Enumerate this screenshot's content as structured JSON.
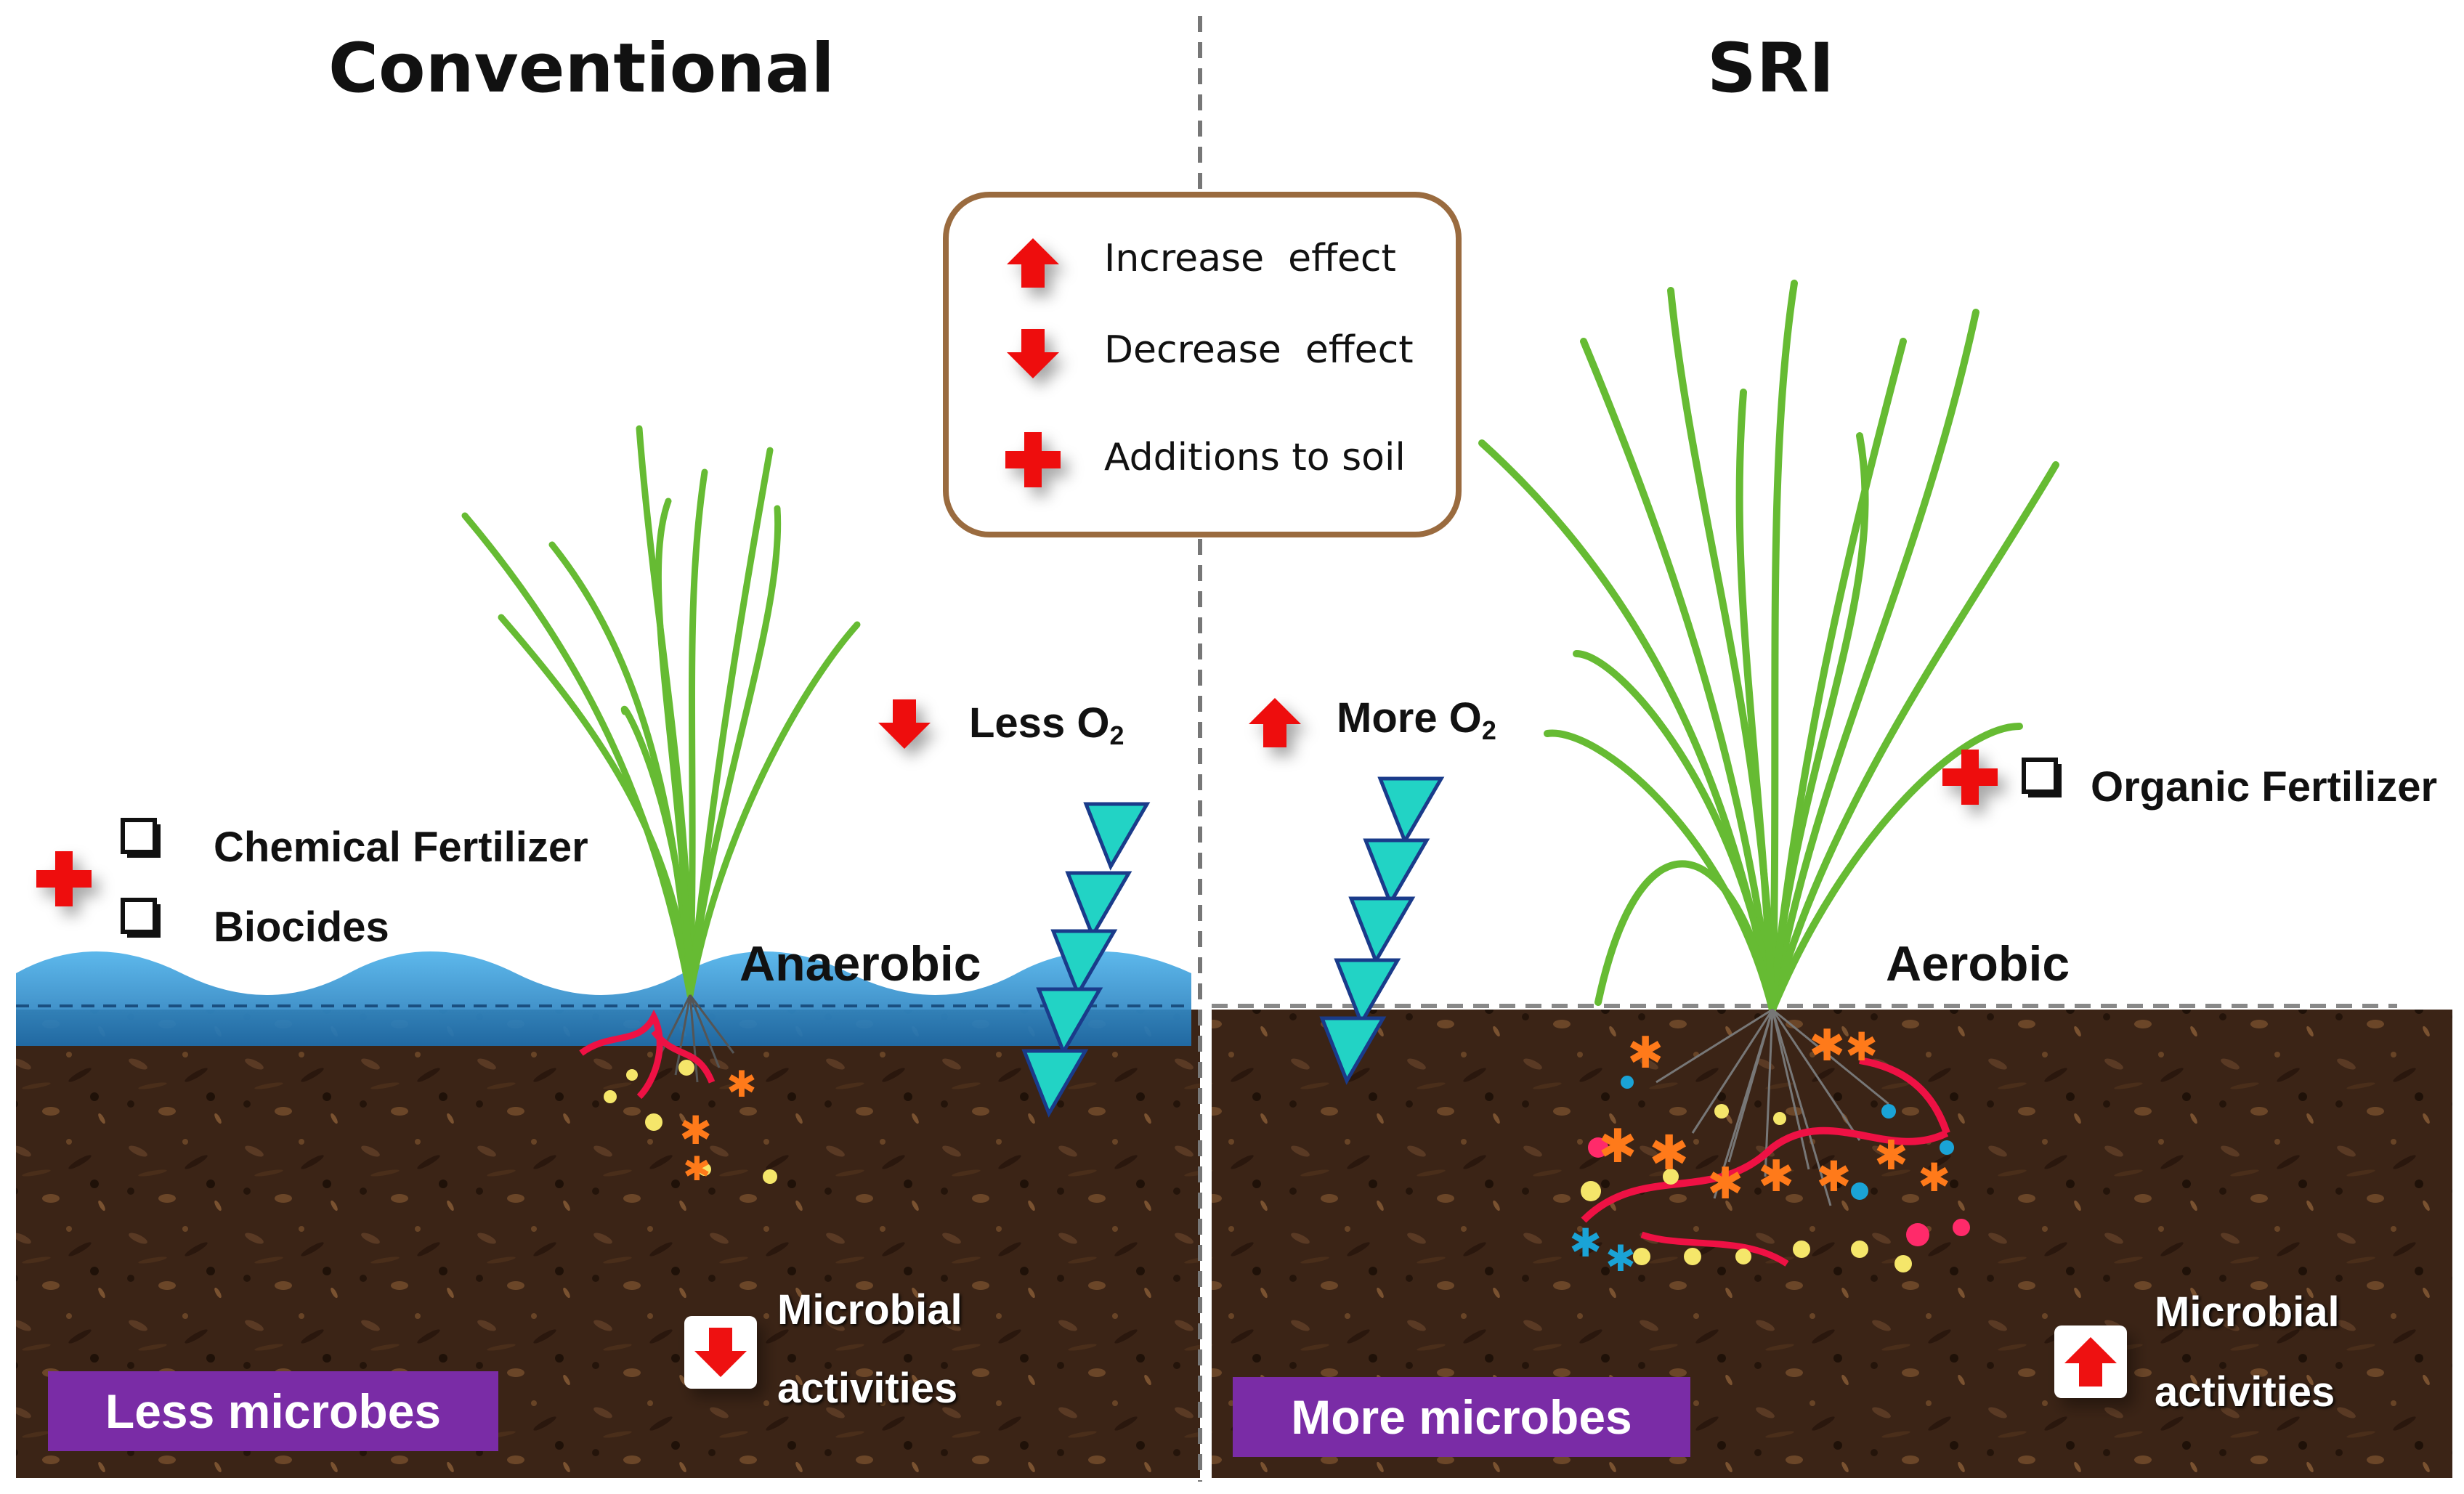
{
  "left_panel": {
    "title": "Conventional",
    "oxygen_label": "Less O",
    "oxygen_sub": "2",
    "additions": [
      "Chemical Fertilizer",
      "Biocides"
    ],
    "condition": "Anaerobic",
    "microbial_line1": "Microbial",
    "microbial_line2": "activities",
    "microbes_badge": "Less microbes"
  },
  "right_panel": {
    "title": "SRI",
    "oxygen_label": "More O",
    "oxygen_sub": "2",
    "additions": [
      "Organic Fertilizer"
    ],
    "condition": "Aerobic",
    "microbial_line1": "Microbial",
    "microbial_line2": "activities",
    "microbes_badge": "More microbes"
  },
  "legend": {
    "items": [
      {
        "symbol": "up-arrow-icon",
        "label": "Increase  effect"
      },
      {
        "symbol": "down-arrow-icon",
        "label": "Decrease  effect"
      },
      {
        "symbol": "plus-icon",
        "label": "Additions to soil"
      }
    ],
    "border_color": "#9a6b3f"
  },
  "colors": {
    "arrow_red": "#ee1111",
    "leaf_green": "#66bb33",
    "water_blue": "#3a9ad9",
    "soil_brown": "#3a2416",
    "oxygen_cyan": "#22d3c5",
    "badge_purple": "#7a2ca6"
  }
}
